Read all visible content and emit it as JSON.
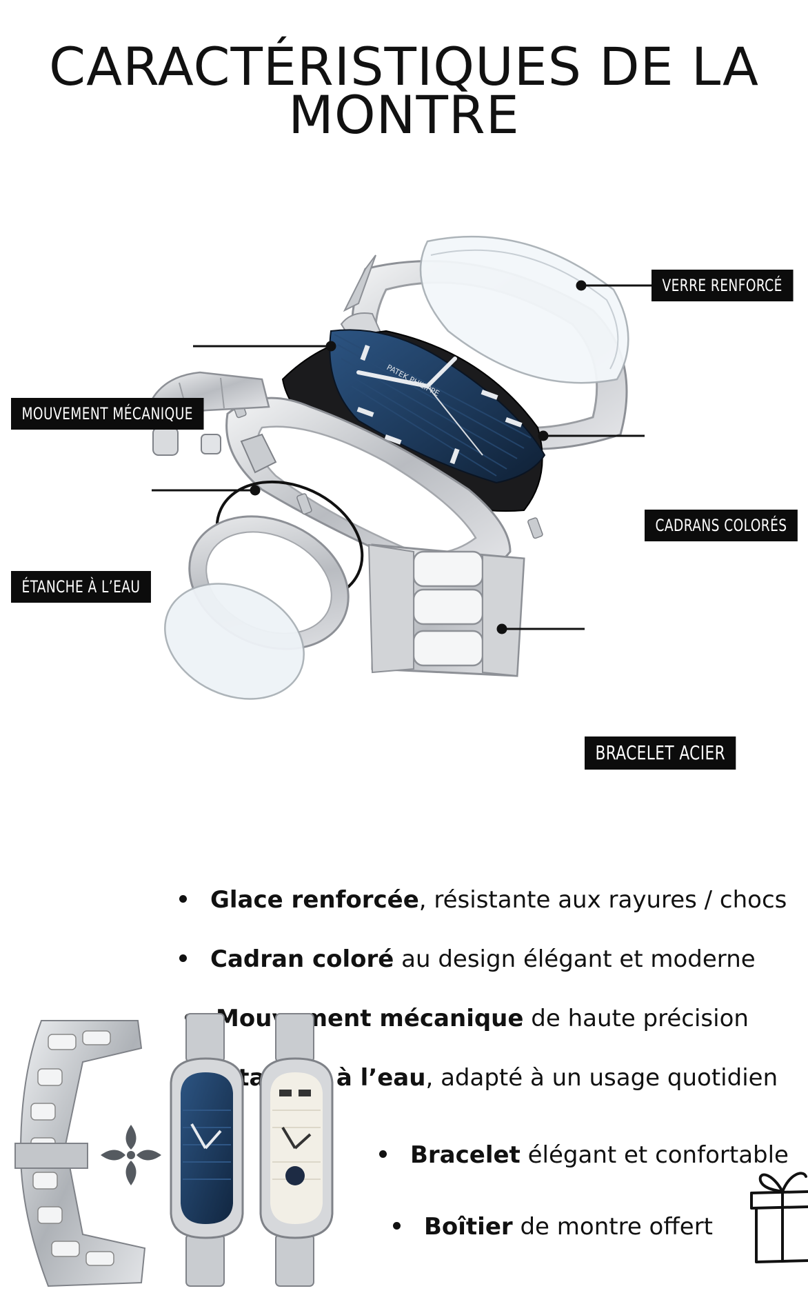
{
  "title": {
    "line1": "CARACTÉRISTIQUES DE LA",
    "line2": "MONTRE"
  },
  "callouts": {
    "glass": "VERRE RENFORCÉ",
    "movement": "MOUVEMENT MÉCANIQUE",
    "dial": "CADRANS COLORÉS",
    "water": "ÉTANCHE À L’EAU",
    "bracelet": "BRACELET ACIER"
  },
  "dial_text": {
    "brand": "PATEK PHILIPPE"
  },
  "features": [
    {
      "bold": "Glace renforcée",
      "rest": ", résistante aux rayures / chocs"
    },
    {
      "bold": "Cadran coloré",
      "rest": " au design élégant et moderne"
    },
    {
      "bold": "Mouvement mécanique",
      "rest": " de haute précision"
    },
    {
      "bold": "Étanche à l’eau",
      "rest": ", adapté à un usage quotidien"
    },
    {
      "bold": "Bracelet",
      "rest": " élégant et confortable"
    },
    {
      "bold": "Boîtier",
      "rest": " de montre offert"
    }
  ],
  "colors": {
    "label_bg": "#0c0c0c",
    "dial_blue": "#1f3f63",
    "steel": "#c9ccd0"
  },
  "icons": {
    "brand_emblem": "calatrava-cross-icon",
    "gift": "gift-box-icon"
  }
}
